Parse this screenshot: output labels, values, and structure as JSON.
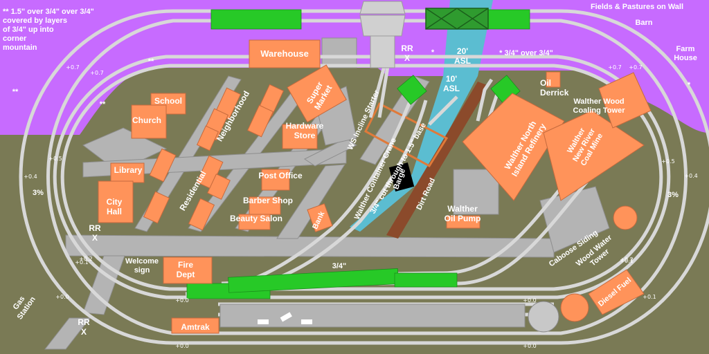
{
  "layout": {
    "colors": {
      "ground": "#7a7a55",
      "upper_level": "#c76bff",
      "road": "#b4b4b4",
      "track": "#d8d8d8",
      "turnout": "#27c927",
      "building": "#ff935a",
      "water": "#5bbdd1",
      "dirt_road": "#8b4a2b",
      "barge": "#000000",
      "cut_outline": "#e07a3a"
    },
    "top_note": "** 1.5\" over 3/4\" over 3/4\" covered by layers of 3/4\" up into corner mountain",
    "top_note_lines": [
      "** 1.5\" over 3/4\" over 3/4\"",
      "covered by layers",
      "of 3/4\" up into",
      "corner",
      "mountain"
    ],
    "fields_note": "Fields & Pastures on Wall",
    "mid_level_note": "* 3/4\" over 3/4\"",
    "cut_note": "3/4\" cut through to 1.5\" base",
    "road_note": "3/4\"",
    "asl_high": [
      "20'",
      "ASL"
    ],
    "asl_low": [
      "10'",
      "ASL"
    ],
    "markers": {
      "double_star": "**",
      "single_star": "*"
    },
    "grades": {
      "left": "3%",
      "right": "3%"
    },
    "elevations": [
      "+0.7",
      "+0.7",
      "+0.7",
      "+0.7",
      "+0.5",
      "+0.5",
      "+0.4",
      "+0.4",
      "+0.2",
      "+0.2",
      "+0.1",
      "+0.0",
      "+0.0",
      "+0.0",
      "+0.0",
      "+0.0",
      "+0.1",
      "+0.1"
    ],
    "rr_crossings": [
      [
        "RR",
        "X"
      ],
      [
        "RR",
        "X"
      ],
      [
        "RR",
        "X"
      ]
    ],
    "structures": {
      "barn": "Barn",
      "farm_house": [
        "Farm",
        "House"
      ],
      "warehouse": "Warehouse",
      "school": "School",
      "church": "Church",
      "library": "Library",
      "city_hall": [
        "City",
        "Hall"
      ],
      "neighborhood": "Neighborhood",
      "residential": "Residential",
      "super_market": [
        "Super",
        "Market"
      ],
      "hardware_store": [
        "Hardware",
        "Store"
      ],
      "post_office": "Post Office",
      "barber_shop": "Barber Shop",
      "beauty_salon": "Beauty Salon",
      "bank": "Bank",
      "welcome_sign": [
        "Welcome",
        "sign"
      ],
      "fire_dept": [
        "Fire",
        "Dept"
      ],
      "gas_station": [
        "Gas",
        "Station"
      ],
      "amtrak": "Amtrak",
      "incline_starter": "WS Incline Starter",
      "container_crane": "Walther Container Crane",
      "barge": "Barge",
      "dirt_road": "Dirt Road",
      "oil_derrick": [
        "Oil",
        "Derrick"
      ],
      "refinery": [
        "Walther North",
        "Island Refinery"
      ],
      "coal_mine": [
        "Walther",
        "New River",
        "Coal Mine"
      ],
      "coaling_tower": [
        "Walther Wood",
        "Coaling Tower"
      ],
      "oil_pump": [
        "Walther",
        "Oil Pump"
      ],
      "caboose_siding": "Caboose Siding",
      "water_tower": [
        "Wood Water",
        "Tower"
      ],
      "diesel_fuel": "Diesel Fuel"
    }
  }
}
